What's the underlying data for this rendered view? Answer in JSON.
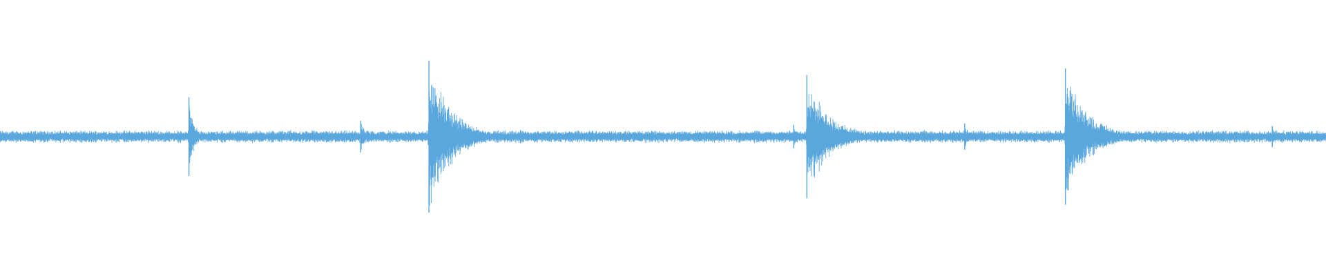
{
  "waveform": {
    "color": "#5aa7de",
    "background": "#ffffff",
    "baseline_amplitude": 0.05,
    "spikes": [
      {
        "position": 0.1425,
        "amplitude": 0.3,
        "decay": "short"
      },
      {
        "position": 0.272,
        "amplitude": 0.12,
        "decay": "short"
      },
      {
        "position": 0.3235,
        "amplitude": 0.58,
        "decay": "long"
      },
      {
        "position": 0.3925,
        "amplitude": 0.05,
        "decay": "short"
      },
      {
        "position": 0.472,
        "amplitude": 0.04,
        "decay": "short"
      },
      {
        "position": 0.5985,
        "amplitude": 0.09,
        "decay": "short"
      },
      {
        "position": 0.6085,
        "amplitude": 0.47,
        "decay": "long"
      },
      {
        "position": 0.7275,
        "amplitude": 0.1,
        "decay": "short"
      },
      {
        "position": 0.8035,
        "amplitude": 0.52,
        "decay": "long"
      },
      {
        "position": 0.9595,
        "amplitude": 0.08,
        "decay": "short"
      }
    ]
  }
}
